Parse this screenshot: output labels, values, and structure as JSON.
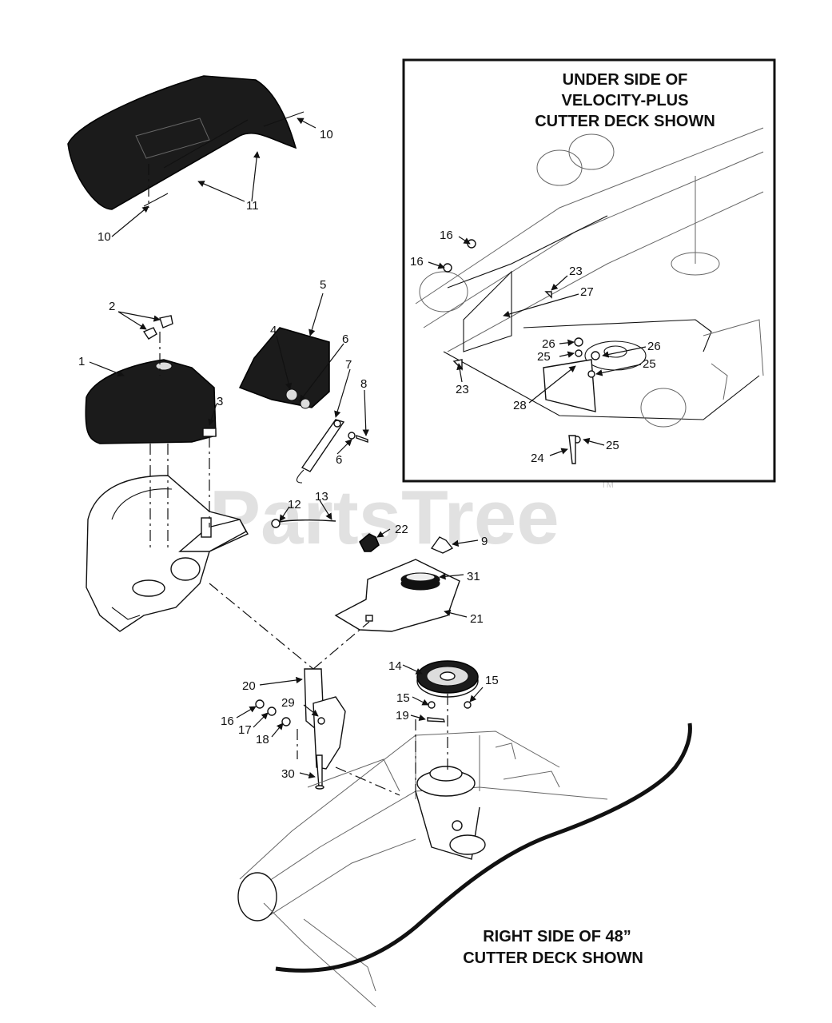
{
  "inset": {
    "title_line1": "UNDER SIDE OF",
    "title_line2": "VELOCITY-PLUS",
    "title_line3": "CUTTER DECK SHOWN"
  },
  "caption": {
    "line1": "RIGHT SIDE OF 48”",
    "line2": "CUTTER DECK SHOWN"
  },
  "watermark": {
    "text": "PartsTree",
    "tm": "TM"
  },
  "callouts": {
    "c10a": "10",
    "c11": "11",
    "c10b": "10",
    "c2": "2",
    "c1": "1",
    "c3": "3",
    "c5": "5",
    "c4": "4",
    "c6a": "6",
    "c7": "7",
    "c8": "8",
    "c6b": "6",
    "c12": "12",
    "c13": "13",
    "c22": "22",
    "c9": "9",
    "c31": "31",
    "c21": "21",
    "c20": "20",
    "c29": "29",
    "c16b": "16",
    "c17": "17",
    "c18": "18",
    "c30": "30",
    "c14": "14",
    "c15a": "15",
    "c15b": "15",
    "c19": "19",
    "i16a": "16",
    "i16b": "16",
    "i23a": "23",
    "i27": "27",
    "i23b": "23",
    "i26a": "26",
    "i25a": "25",
    "i26b": "26",
    "i25b": "25",
    "i28": "28",
    "i24": "24",
    "i25c": "25"
  }
}
